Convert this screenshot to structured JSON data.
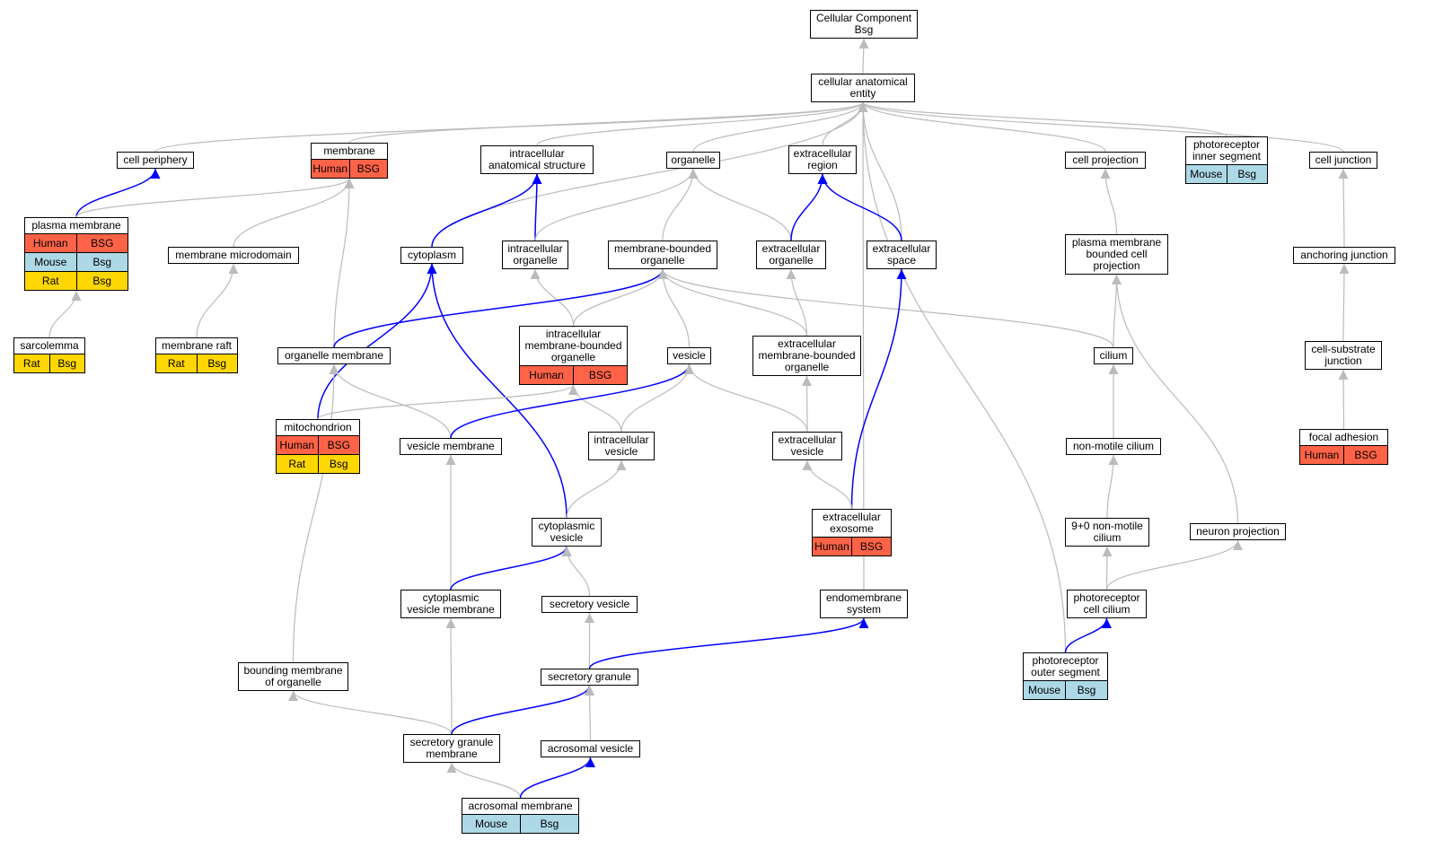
{
  "colors": {
    "edge_default": "#bbbbbb",
    "edge_highlight": "#0000ff",
    "Human": "#ff6347",
    "Mouse": "#add8e6",
    "Rat": "#ffd700"
  },
  "nodes": [
    {
      "id": "cc_root",
      "label": "Cellular Component\nBsg",
      "orgs": []
    },
    {
      "id": "cae",
      "label": "cellular anatomical\nentity",
      "orgs": []
    },
    {
      "id": "cell_periphery",
      "label": "cell periphery",
      "orgs": []
    },
    {
      "id": "membrane",
      "label": "membrane",
      "orgs": [
        [
          "Human",
          "BSG"
        ]
      ]
    },
    {
      "id": "intracell_anat",
      "label": "intracellular\nanatomical structure",
      "orgs": []
    },
    {
      "id": "organelle",
      "label": "organelle",
      "orgs": []
    },
    {
      "id": "extracell_region",
      "label": "extracellular\nregion",
      "orgs": []
    },
    {
      "id": "cell_projection",
      "label": "cell projection",
      "orgs": []
    },
    {
      "id": "photo_inner",
      "label": "photoreceptor\ninner segment",
      "orgs": [
        [
          "Mouse",
          "Bsg"
        ]
      ]
    },
    {
      "id": "cell_junction",
      "label": "cell junction",
      "orgs": []
    },
    {
      "id": "plasma_membrane",
      "label": "plasma membrane",
      "orgs": [
        [
          "Human",
          "BSG"
        ],
        [
          "Mouse",
          "Bsg"
        ],
        [
          "Rat",
          "Bsg"
        ]
      ]
    },
    {
      "id": "membrane_microdomain",
      "label": "membrane microdomain",
      "orgs": []
    },
    {
      "id": "cytoplasm",
      "label": "cytoplasm",
      "orgs": []
    },
    {
      "id": "intracell_organelle",
      "label": "intracellular\norganelle",
      "orgs": []
    },
    {
      "id": "mb_organelle",
      "label": "membrane-bounded\norganelle",
      "orgs": []
    },
    {
      "id": "extracell_organelle",
      "label": "extracellular\norganelle",
      "orgs": []
    },
    {
      "id": "extracell_space",
      "label": "extracellular\nspace",
      "orgs": []
    },
    {
      "id": "pm_bounded_proj",
      "label": "plasma membrane\nbounded cell\nprojection",
      "orgs": []
    },
    {
      "id": "anchoring_junction",
      "label": "anchoring junction",
      "orgs": []
    },
    {
      "id": "sarcolemma",
      "label": "sarcolemma",
      "orgs": [
        [
          "Rat",
          "Bsg"
        ]
      ]
    },
    {
      "id": "membrane_raft",
      "label": "membrane raft",
      "orgs": [
        [
          "Rat",
          "Bsg"
        ]
      ]
    },
    {
      "id": "organelle_membrane",
      "label": "organelle membrane",
      "orgs": []
    },
    {
      "id": "intracell_mb_organelle",
      "label": "intracellular\nmembrane-bounded\norganelle",
      "orgs": [
        [
          "Human",
          "BSG"
        ]
      ]
    },
    {
      "id": "vesicle",
      "label": "vesicle",
      "orgs": []
    },
    {
      "id": "extracell_mb_organelle",
      "label": "extracellular\nmembrane-bounded\norganelle",
      "orgs": []
    },
    {
      "id": "cilium",
      "label": "cilium",
      "orgs": []
    },
    {
      "id": "cell_substrate_junction",
      "label": "cell-substrate\njunction",
      "orgs": []
    },
    {
      "id": "mitochondrion",
      "label": "mitochondrion",
      "orgs": [
        [
          "Human",
          "BSG"
        ],
        [
          "Rat",
          "Bsg"
        ]
      ]
    },
    {
      "id": "vesicle_membrane",
      "label": "vesicle membrane",
      "orgs": []
    },
    {
      "id": "intracell_vesicle",
      "label": "intracellular\nvesicle",
      "orgs": []
    },
    {
      "id": "extracell_vesicle",
      "label": "extracellular\nvesicle",
      "orgs": []
    },
    {
      "id": "non_motile_cilium",
      "label": "non-motile cilium",
      "orgs": []
    },
    {
      "id": "focal_adhesion",
      "label": "focal adhesion",
      "orgs": [
        [
          "Human",
          "BSG"
        ]
      ]
    },
    {
      "id": "cytoplasmic_vesicle",
      "label": "cytoplasmic\nvesicle",
      "orgs": []
    },
    {
      "id": "extracell_exosome",
      "label": "extracellular\nexosome",
      "orgs": [
        [
          "Human",
          "BSG"
        ]
      ]
    },
    {
      "id": "nine_zero_cilium",
      "label": "9+0 non-motile\ncilium",
      "orgs": []
    },
    {
      "id": "neuron_projection",
      "label": "neuron projection",
      "orgs": []
    },
    {
      "id": "cyto_vesicle_membrane",
      "label": "cytoplasmic\nvesicle membrane",
      "orgs": []
    },
    {
      "id": "secretory_vesicle",
      "label": "secretory vesicle",
      "orgs": []
    },
    {
      "id": "endomembrane_system",
      "label": "endomembrane\nsystem",
      "orgs": []
    },
    {
      "id": "photo_cilium",
      "label": "photoreceptor\ncell cilium",
      "orgs": []
    },
    {
      "id": "photo_outer",
      "label": "photoreceptor\nouter segment",
      "orgs": [
        [
          "Mouse",
          "Bsg"
        ]
      ]
    },
    {
      "id": "bounding_membrane",
      "label": "bounding membrane\nof organelle",
      "orgs": []
    },
    {
      "id": "secretory_granule",
      "label": "secretory granule",
      "orgs": []
    },
    {
      "id": "sg_membrane",
      "label": "secretory granule\nmembrane",
      "orgs": []
    },
    {
      "id": "acrosomal_vesicle",
      "label": "acrosomal vesicle",
      "orgs": []
    },
    {
      "id": "acrosomal_membrane",
      "label": "acrosomal membrane",
      "orgs": [
        [
          "Mouse",
          "Bsg"
        ]
      ]
    }
  ],
  "edges": [
    {
      "from": "cae",
      "to": "cc_root",
      "highlight": false
    },
    {
      "from": "cell_periphery",
      "to": "cae",
      "highlight": false
    },
    {
      "from": "membrane",
      "to": "cae",
      "highlight": false
    },
    {
      "from": "intracell_anat",
      "to": "cae",
      "highlight": false
    },
    {
      "from": "organelle",
      "to": "cae",
      "highlight": false
    },
    {
      "from": "extracell_region",
      "to": "cae",
      "highlight": false
    },
    {
      "from": "cell_projection",
      "to": "cae",
      "highlight": false
    },
    {
      "from": "photo_inner",
      "to": "cae",
      "highlight": false
    },
    {
      "from": "cell_junction",
      "to": "cae",
      "highlight": false
    },
    {
      "from": "cytoplasm",
      "to": "cae",
      "highlight": false
    },
    {
      "from": "extracell_space",
      "to": "cae",
      "highlight": false
    },
    {
      "from": "endomembrane_system",
      "to": "cae",
      "highlight": false
    },
    {
      "from": "photo_outer",
      "to": "cae",
      "highlight": false
    },
    {
      "from": "plasma_membrane",
      "to": "cell_periphery",
      "highlight": true
    },
    {
      "from": "plasma_membrane",
      "to": "membrane",
      "highlight": false
    },
    {
      "from": "membrane_microdomain",
      "to": "membrane",
      "highlight": false
    },
    {
      "from": "organelle_membrane",
      "to": "membrane",
      "highlight": false
    },
    {
      "from": "cytoplasm",
      "to": "intracell_anat",
      "highlight": true
    },
    {
      "from": "intracell_organelle",
      "to": "intracell_anat",
      "highlight": true
    },
    {
      "from": "intracell_organelle",
      "to": "organelle",
      "highlight": false
    },
    {
      "from": "mb_organelle",
      "to": "organelle",
      "highlight": false
    },
    {
      "from": "extracell_organelle",
      "to": "organelle",
      "highlight": false
    },
    {
      "from": "extracell_organelle",
      "to": "extracell_region",
      "highlight": true
    },
    {
      "from": "extracell_space",
      "to": "extracell_region",
      "highlight": true
    },
    {
      "from": "pm_bounded_proj",
      "to": "cell_projection",
      "highlight": false
    },
    {
      "from": "anchoring_junction",
      "to": "cell_junction",
      "highlight": false
    },
    {
      "from": "sarcolemma",
      "to": "plasma_membrane",
      "highlight": false
    },
    {
      "from": "membrane_raft",
      "to": "membrane_microdomain",
      "highlight": false
    },
    {
      "from": "mitochondrion",
      "to": "cytoplasm",
      "highlight": true
    },
    {
      "from": "cytoplasmic_vesicle",
      "to": "cytoplasm",
      "highlight": true
    },
    {
      "from": "intracell_mb_organelle",
      "to": "intracell_organelle",
      "highlight": false
    },
    {
      "from": "organelle_membrane",
      "to": "mb_organelle",
      "highlight": true
    },
    {
      "from": "intracell_mb_organelle",
      "to": "mb_organelle",
      "highlight": false
    },
    {
      "from": "vesicle",
      "to": "mb_organelle",
      "highlight": false
    },
    {
      "from": "extracell_mb_organelle",
      "to": "mb_organelle",
      "highlight": false
    },
    {
      "from": "cilium",
      "to": "mb_organelle",
      "highlight": false
    },
    {
      "from": "extracell_mb_organelle",
      "to": "extracell_organelle",
      "highlight": false
    },
    {
      "from": "extracell_exosome",
      "to": "extracell_space",
      "highlight": true
    },
    {
      "from": "cilium",
      "to": "pm_bounded_proj",
      "highlight": false
    },
    {
      "from": "neuron_projection",
      "to": "pm_bounded_proj",
      "highlight": false
    },
    {
      "from": "cell_substrate_junction",
      "to": "anchoring_junction",
      "highlight": false
    },
    {
      "from": "vesicle_membrane",
      "to": "organelle_membrane",
      "highlight": false
    },
    {
      "from": "bounding_membrane",
      "to": "organelle_membrane",
      "highlight": false
    },
    {
      "from": "mitochondrion",
      "to": "intracell_mb_organelle",
      "highlight": false
    },
    {
      "from": "intracell_vesicle",
      "to": "intracell_mb_organelle",
      "highlight": false
    },
    {
      "from": "vesicle_membrane",
      "to": "vesicle",
      "highlight": true
    },
    {
      "from": "intracell_vesicle",
      "to": "vesicle",
      "highlight": false
    },
    {
      "from": "extracell_vesicle",
      "to": "vesicle",
      "highlight": false
    },
    {
      "from": "extracell_vesicle",
      "to": "extracell_mb_organelle",
      "highlight": false
    },
    {
      "from": "non_motile_cilium",
      "to": "cilium",
      "highlight": false
    },
    {
      "from": "focal_adhesion",
      "to": "cell_substrate_junction",
      "highlight": false
    },
    {
      "from": "cytoplasmic_vesicle",
      "to": "intracell_vesicle",
      "highlight": false
    },
    {
      "from": "cyto_vesicle_membrane",
      "to": "vesicle_membrane",
      "highlight": false
    },
    {
      "from": "extracell_exosome",
      "to": "extracell_vesicle",
      "highlight": false
    },
    {
      "from": "nine_zero_cilium",
      "to": "non_motile_cilium",
      "highlight": false
    },
    {
      "from": "cyto_vesicle_membrane",
      "to": "cytoplasmic_vesicle",
      "highlight": true
    },
    {
      "from": "secretory_vesicle",
      "to": "cytoplasmic_vesicle",
      "highlight": false
    },
    {
      "from": "photo_cilium",
      "to": "nine_zero_cilium",
      "highlight": false
    },
    {
      "from": "photo_cilium",
      "to": "neuron_projection",
      "highlight": false
    },
    {
      "from": "sg_membrane",
      "to": "cyto_vesicle_membrane",
      "highlight": false
    },
    {
      "from": "secretory_granule",
      "to": "secretory_vesicle",
      "highlight": false
    },
    {
      "from": "secretory_granule",
      "to": "endomembrane_system",
      "highlight": true
    },
    {
      "from": "photo_outer",
      "to": "photo_cilium",
      "highlight": true
    },
    {
      "from": "sg_membrane",
      "to": "bounding_membrane",
      "highlight": false
    },
    {
      "from": "sg_membrane",
      "to": "secretory_granule",
      "highlight": true
    },
    {
      "from": "acrosomal_vesicle",
      "to": "secretory_granule",
      "highlight": false
    },
    {
      "from": "acrosomal_membrane",
      "to": "sg_membrane",
      "highlight": false
    },
    {
      "from": "acrosomal_membrane",
      "to": "acrosomal_vesicle",
      "highlight": true
    }
  ]
}
